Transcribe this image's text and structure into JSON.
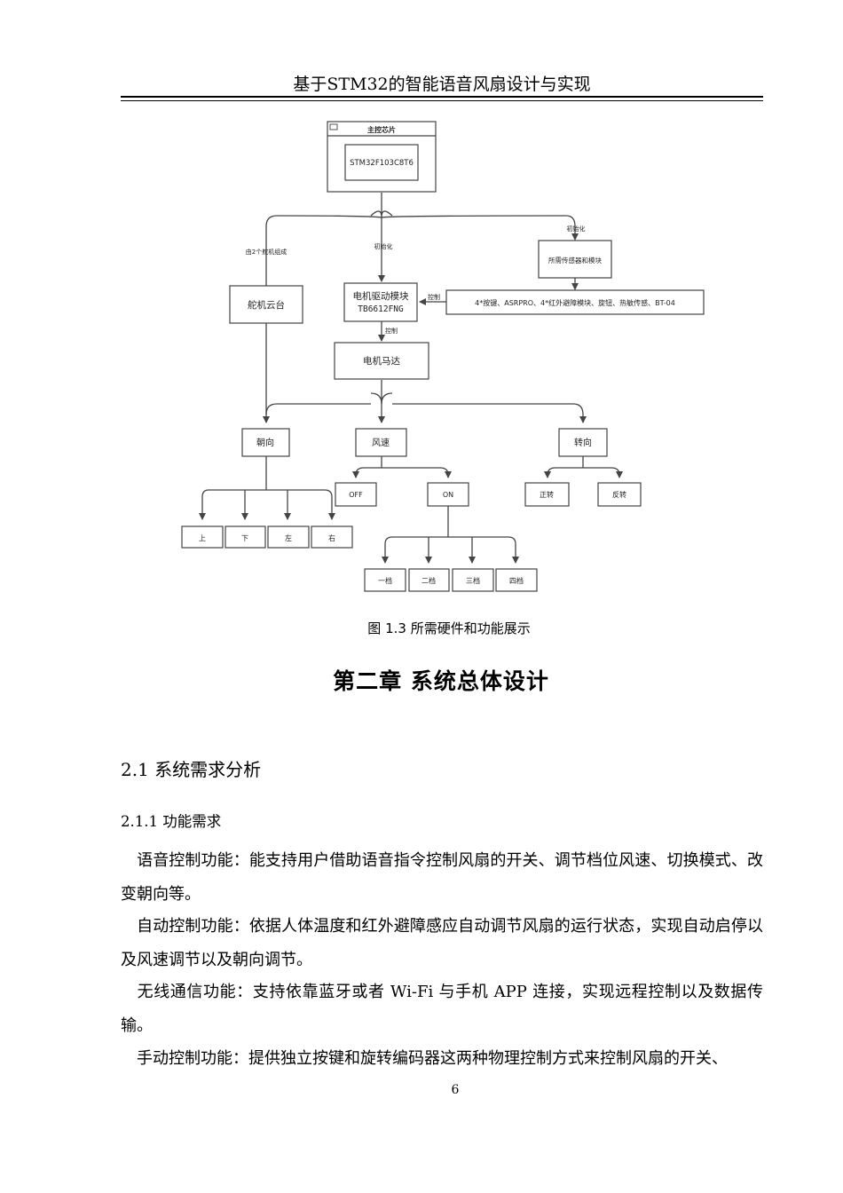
{
  "header": {
    "running_title": "基于STM32的智能语音风扇设计与实现"
  },
  "diagram": {
    "master_chip_title": "主控芯片",
    "master_chip_model": "STM32F103C8T6",
    "edge_servo": "由2个舵机组成",
    "edge_init_driver": "初始化",
    "edge_init_sensors": "初始化",
    "sensors_box": "所需传感器和模块",
    "sensor_list": "4*按键、ASRPRO、4*红外避障模块、旋钮、热敏传感、BT-04",
    "edge_control_sensors": "控制",
    "driver_line1": "电机驱动模块",
    "driver_line2": "TB6612FNG",
    "gimbal": "舵机云台",
    "edge_control_motor": "控制",
    "motor": "电机马达",
    "direction": "朝向",
    "wind_speed": "风速",
    "rotation": "转向",
    "up": "上",
    "down": "下",
    "left": "左",
    "right": "右",
    "off": "OFF",
    "on": "ON",
    "gear1": "一档",
    "gear2": "二档",
    "gear3": "三档",
    "gear4": "四档",
    "forward": "正转",
    "reverse": "反转"
  },
  "figure_caption": "图 1.3 所需硬件和功能展示",
  "chapter_title": "第二章  系统总体设计",
  "section_heading": "2.1 系统需求分析",
  "subsection_heading": "2.1.1 功能需求",
  "paragraphs": [
    "语音控制功能：能支持用户借助语音指令控制风扇的开关、调节档位风速、切换模式、改变朝向等。",
    "自动控制功能：依据人体温度和红外避障感应自动调节风扇的运行状态，实现自动启停以及风速调节以及朝向调节。",
    "无线通信功能：支持依靠蓝牙或者 Wi-Fi 与手机 APP 连接，实现远程控制以及数据传输。",
    "手动控制功能：提供独立按键和旋转编码器这两种物理控制方式来控制风扇的开关、"
  ],
  "page_number": "6"
}
